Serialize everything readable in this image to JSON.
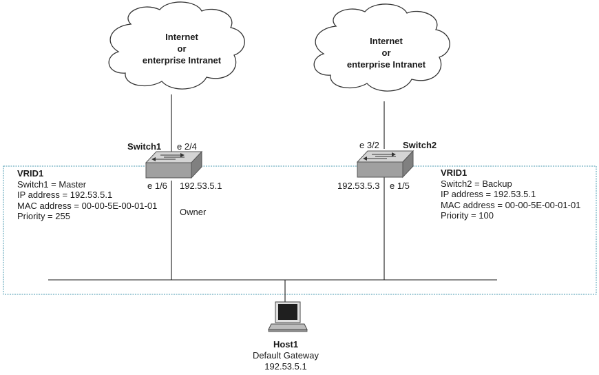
{
  "clouds": {
    "left": {
      "line1": "Internet",
      "line2": "or",
      "line3": "enterprise Intranet"
    },
    "right": {
      "line1": "Internet",
      "line2": "or",
      "line3": "enterprise Intranet"
    }
  },
  "switch1": {
    "name": "Switch1",
    "uplink_port": "e 2/4",
    "lan_port": "e 1/6",
    "ip": "192.53.5.1",
    "role_tag": "Owner",
    "vrid": {
      "title": "VRID1",
      "lines": [
        "Switch1 = Master",
        "IP address = 192.53.5.1",
        "MAC address = 00-00-5E-00-01-01",
        "Priority = 255"
      ]
    }
  },
  "switch2": {
    "name": "Switch2",
    "uplink_port": "e 3/2",
    "lan_port": "e 1/5",
    "ip": "192.53.5.3",
    "vrid": {
      "title": "VRID1",
      "lines": [
        "Switch2 = Backup",
        "IP address = 192.53.5.1",
        "MAC address = 00-00-5E-00-01-01",
        "Priority = 100"
      ]
    }
  },
  "host": {
    "name": "Host1",
    "line1": "Default Gateway",
    "line2": "192.53.5.1"
  },
  "colors": {
    "vrid_box_border": "#4a9ab0",
    "lines": "#1a1a1a",
    "switch_top": "#d2d2d2",
    "switch_front": "#9a9a9a",
    "cloud_fill": "#ffffff"
  }
}
